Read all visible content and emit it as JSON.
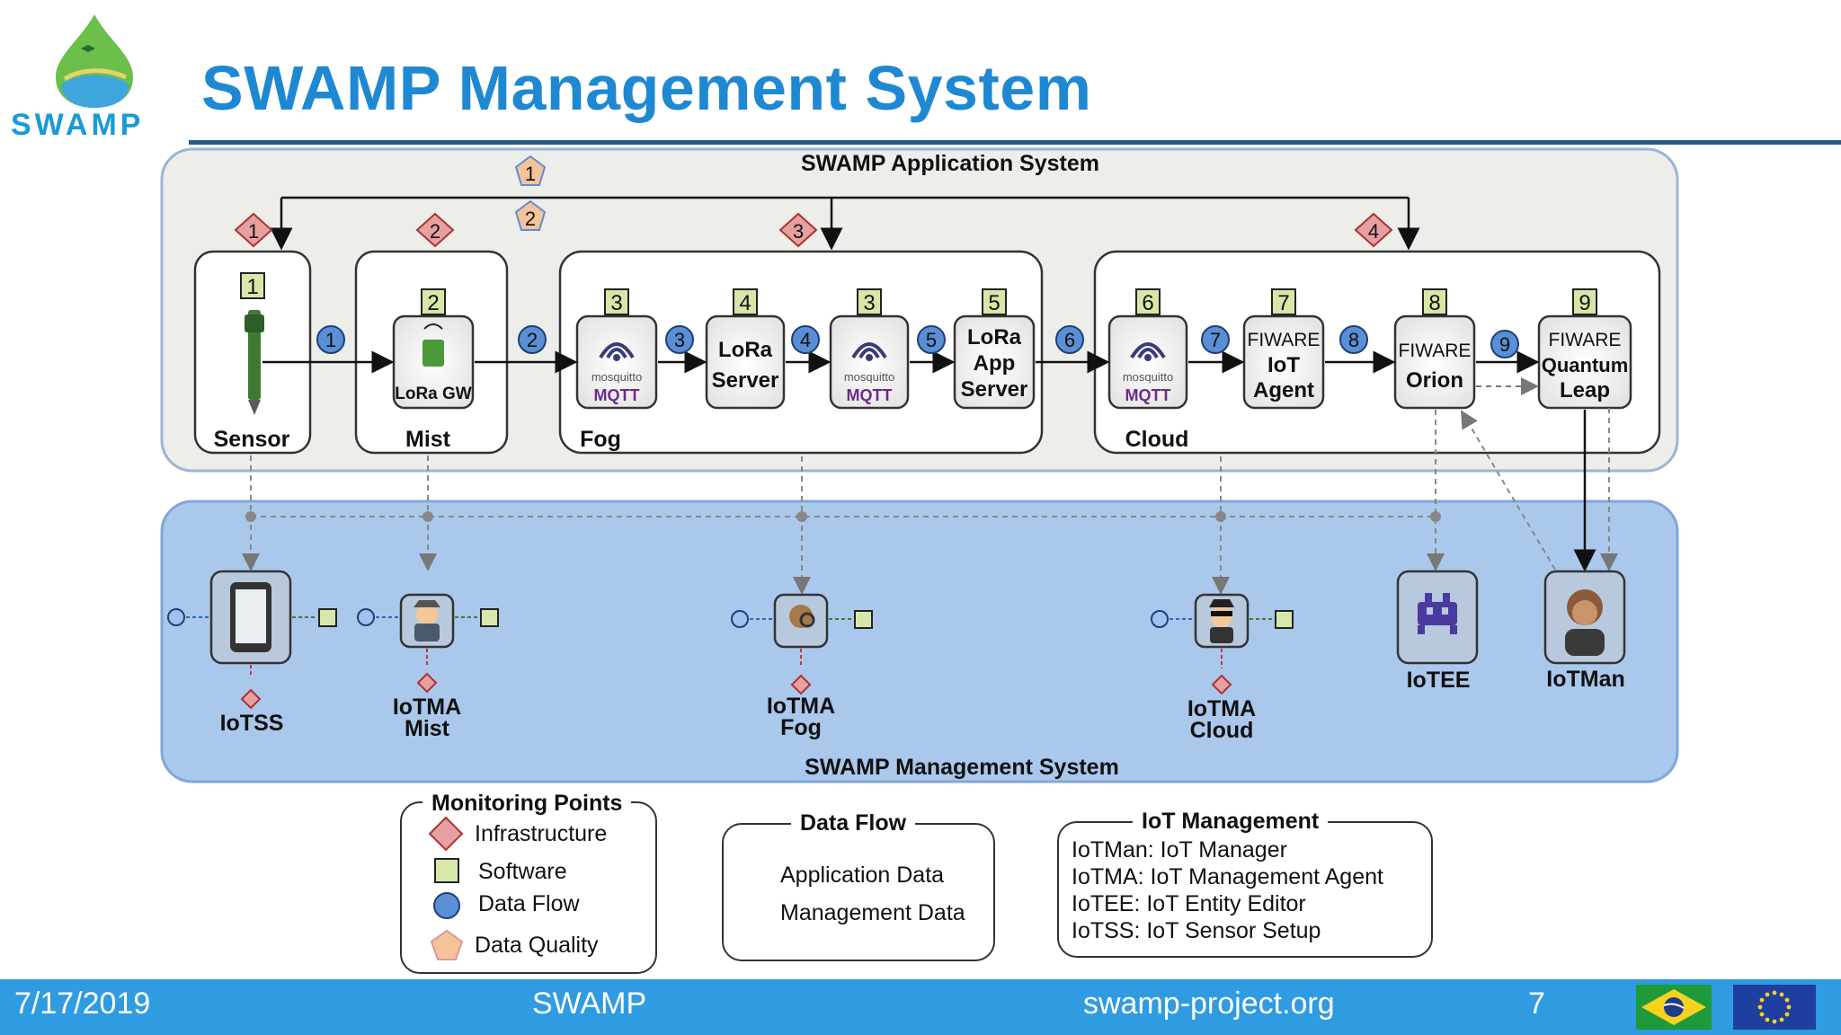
{
  "slide": {
    "title": "SWAMP Management System",
    "logo_text": "SWAMP"
  },
  "diagram": {
    "app_system_label": "SWAMP Application System",
    "mgmt_system_label": "SWAMP Management System",
    "groups": {
      "sensor": "Sensor",
      "mist": "Mist",
      "fog": "Fog",
      "cloud": "Cloud"
    },
    "nodes": {
      "lora_gw": "LoRa GW",
      "mqtt_brand": "mosquitto",
      "mqtt": "MQTT",
      "lora_server_1": "LoRa",
      "lora_server_2": "Server",
      "lora_app_1": "LoRa",
      "lora_app_2": "App",
      "lora_app_3": "Server",
      "iot_agent_1": "FIWARE",
      "iot_agent_2": "IoT",
      "iot_agent_3": "Agent",
      "orion_1": "FIWARE",
      "orion_2": "Orion",
      "ql_1": "FIWARE",
      "ql_2": "Quantum",
      "ql_3": "Leap"
    },
    "software_points": [
      "1",
      "2",
      "3",
      "4",
      "3",
      "5",
      "6",
      "7",
      "8",
      "9"
    ],
    "dataflow_points": [
      "1",
      "2",
      "3",
      "4",
      "5",
      "6",
      "7",
      "8",
      "9"
    ],
    "infra_points": [
      "1",
      "2",
      "3",
      "4"
    ],
    "quality_points": [
      "1",
      "2"
    ],
    "mgmt_nodes": {
      "iotss": "IoTSS",
      "iotma_mist_1": "IoTMA",
      "iotma_mist_2": "Mist",
      "iotma_fog_1": "IoTMA",
      "iotma_fog_2": "Fog",
      "iotma_cloud_1": "IoTMA",
      "iotma_cloud_2": "Cloud",
      "ioTEE": "IoTEE",
      "iotman": "IoTMan"
    }
  },
  "legend": {
    "monitoring": {
      "title": "Monitoring Points",
      "items": [
        "Infrastructure",
        "Software",
        "Data Flow",
        "Data Quality"
      ]
    },
    "dataflow": {
      "title": "Data Flow",
      "items": [
        "Application Data",
        "Management Data"
      ]
    },
    "iot_mgmt": {
      "title": "IoT Management",
      "items": [
        "IoTMan: IoT Manager",
        "IoTMA: IoT Management Agent",
        "IoTEE: IoT Entity Editor",
        "IoTSS: IoT Sensor Setup"
      ]
    }
  },
  "footer": {
    "date": "7/17/2019",
    "project": "SWAMP",
    "url": "swamp-project.org",
    "page": "7"
  },
  "colors": {
    "title": "#1e88d2",
    "footer": "#2f9be0",
    "infrastructure": "#e7a0a0",
    "software": "#d6e7a8",
    "data_flow": "#5a8fd6",
    "data_quality": "#f5c39a",
    "mgmt_band": "#a9c8ec"
  }
}
